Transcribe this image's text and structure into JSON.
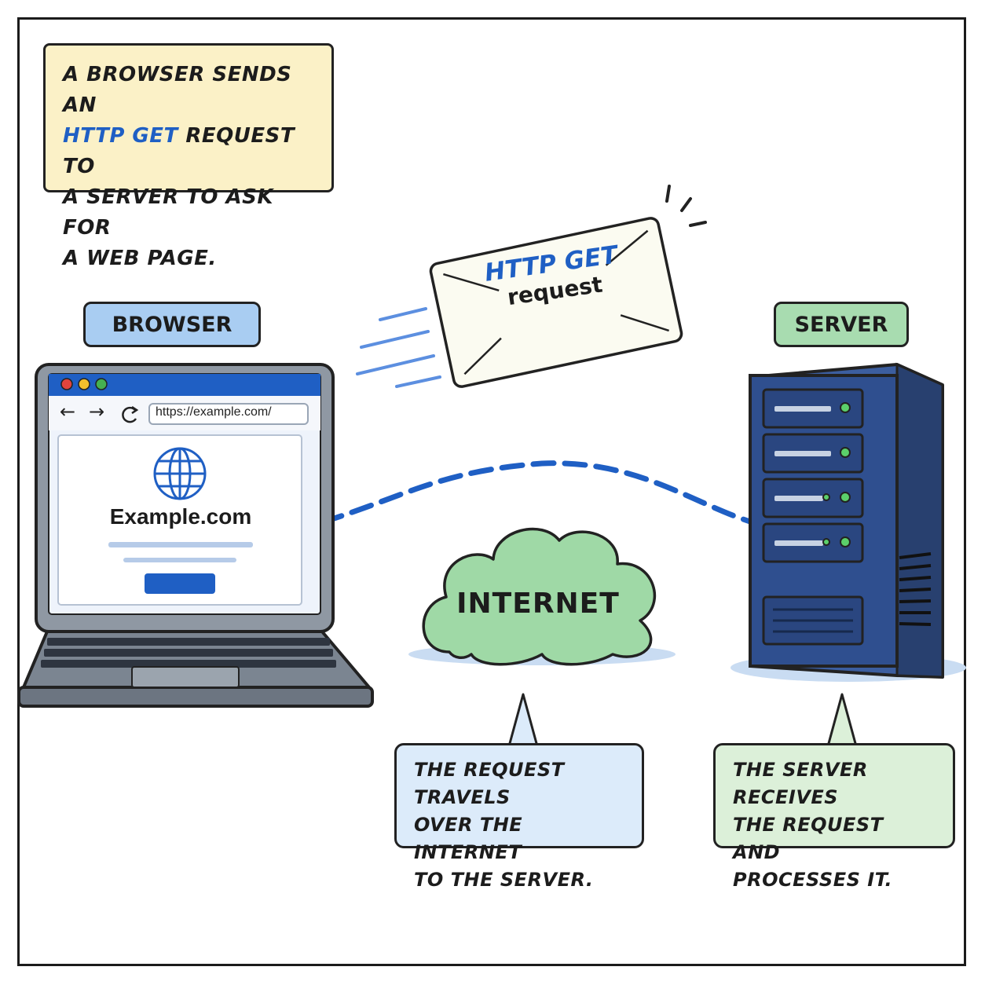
{
  "intro": {
    "line1": "A BROWSER SENDS AN",
    "line2_highlight": "HTTP GET",
    "line2_rest": " REQUEST TO",
    "line3": "A SERVER TO ASK FOR",
    "line4": "A WEB PAGE."
  },
  "labels": {
    "browser": "BROWSER",
    "server": "SERVER",
    "internet": "INTERNET"
  },
  "envelope": {
    "line1": "HTTP GET",
    "line2": "request"
  },
  "browser_window": {
    "url": "https://example.com/",
    "site_name": "Example.com",
    "nav": {
      "back": "←",
      "forward": "→"
    }
  },
  "callouts": {
    "internet": [
      "THE REQUEST TRAVELS",
      "OVER THE INTERNET",
      "TO THE SERVER."
    ],
    "server": [
      "THE SERVER RECEIVES",
      "THE REQUEST AND",
      "PROCESSES IT."
    ]
  },
  "colors": {
    "accent_blue": "#1f5fc4",
    "note_yellow": "#fbf1c7",
    "browser_label": "#a9cdf2",
    "server_label": "#a8dcb0",
    "cloud_green": "#9fd9a6",
    "server_navy": "#2f4f8f"
  }
}
